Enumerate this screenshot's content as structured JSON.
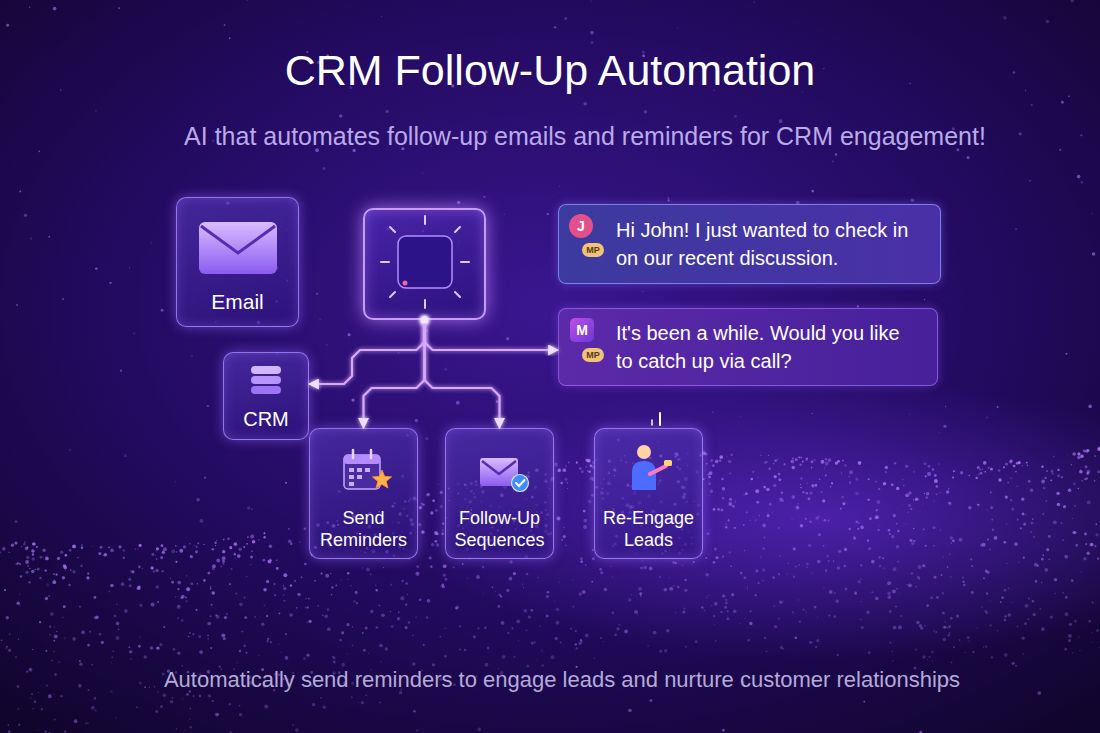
{
  "diagram": {
    "title": "CRM Follow-Up Automation",
    "caption": "Automatically send reminders to engage leads and nurture customer relationships",
    "nodes": [
      {
        "text": [
          "Email"
        ]
      },
      {
        "text": [
          "AI"
        ]
      },
      {
        "text": [
          "J",
          "MP",
          "Hi John! I just wanted to check in on our recent discussion."
        ]
      },
      {
        "text": [
          "M",
          "MP",
          "It's been a while. Would you like to catch up via call?"
        ]
      },
      {
        "text": [
          "CRM"
        ]
      },
      {
        "text": [
          "Send Reminders"
        ]
      },
      {
        "text": [
          "Follow-Up Sequences"
        ]
      },
      {
        "text": [
          "Re-Engage Leads"
        ]
      }
    ],
    "edges": [
      {
        "from": 1,
        "to": 0,
        "arrow": "to"
      },
      {
        "from": 1,
        "to": 2,
        "arrow": "to"
      },
      {
        "from": 1,
        "to": 3,
        "arrow": "to"
      },
      {
        "from": 1,
        "to": 4,
        "arrow": "to"
      },
      {
        "from": 1,
        "to": 5,
        "arrow": "to"
      },
      {
        "from": 1,
        "to": 6,
        "arrow": "to"
      },
      {
        "from": 5,
        "to": 6,
        "arrow": "none"
      },
      {
        "from": 6,
        "to": 7,
        "arrow": "none"
      }
    ],
    "labels": [
      "AI that automates follow-up emails and reminders for CRM engagement!"
    ]
  }
}
